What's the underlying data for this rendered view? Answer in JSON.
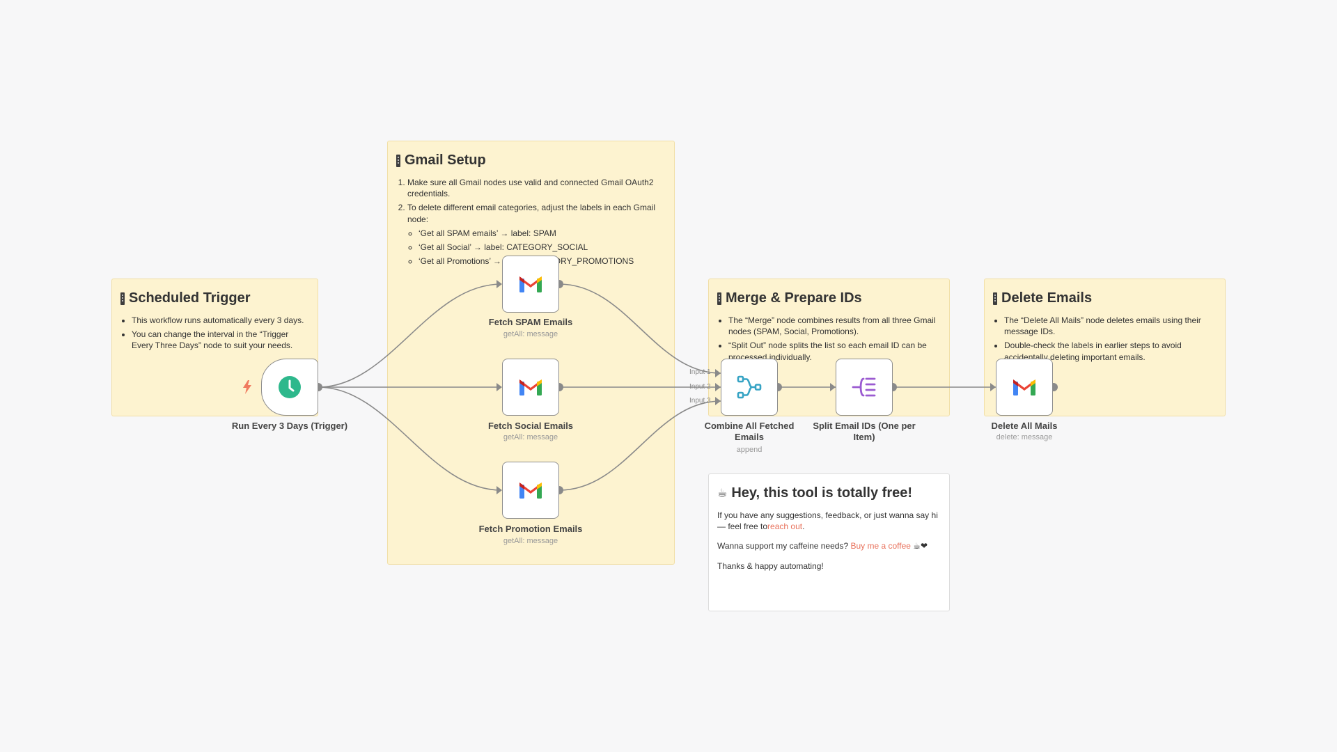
{
  "stickies": {
    "trigger": {
      "title": "Scheduled Trigger",
      "items": [
        "This workflow runs automatically every 3 days.",
        "You can change the interval in the “Trigger Every Three Days” node to suit your needs."
      ]
    },
    "gmail": {
      "title": "Gmail Setup",
      "steps": [
        "Make sure all Gmail nodes use valid and connected Gmail OAuth2 credentials.",
        "To delete different email categories, adjust the labels in each Gmail node:"
      ],
      "sub_items": [
        "‘Get all SPAM emails’ → label: SPAM",
        "‘Get all Social’ → label: CATEGORY_SOCIAL",
        "‘Get all Promotions’ → label: CATEGORY_PROMOTIONS"
      ]
    },
    "merge": {
      "title": "Merge & Prepare IDs",
      "items": [
        "The “Merge” node combines results from all three Gmail nodes (SPAM, Social, Promotions).",
        "“Split Out” node splits the list so each email ID can be processed individually."
      ]
    },
    "delete": {
      "title": "Delete Emails",
      "items": [
        "The “Delete All Mails” node deletes emails using their message IDs.",
        "Double-check the labels in earlier steps to avoid accidentally deleting important emails."
      ]
    },
    "free": {
      "title": "Hey, this tool is totally free!",
      "p1_text": "If you have any suggestions, feedback, or just wanna say hi — feel free to",
      "p1_link": "reach out",
      "p1_end": ".",
      "p2_text": "Wanna support my caffeine needs? ",
      "p2_link": "Buy me a coffee",
      "p2_end": " ☕❤",
      "p3": "Thanks & happy automating!"
    }
  },
  "nodes": {
    "trigger": {
      "label": "Run Every 3 Days (Trigger)"
    },
    "spam": {
      "label": "Fetch SPAM Emails",
      "sub": "getAll: message"
    },
    "social": {
      "label": "Fetch Social Emails",
      "sub": "getAll: message"
    },
    "promo": {
      "label": "Fetch Promotion Emails",
      "sub": "getAll: message"
    },
    "merge": {
      "label": "Combine All Fetched Emails",
      "sub": "append"
    },
    "split": {
      "label": "Split Email IDs (One per Item)"
    },
    "delete": {
      "label": "Delete All Mails",
      "sub": "delete: message"
    }
  },
  "inputs": [
    "Input 1",
    "Input 2",
    "Input 3"
  ],
  "colors": {
    "sticky_bg": "#fdf3d0",
    "clock": "#2eb88c",
    "merge_icon": "#36a3c4",
    "split_icon": "#9b5bd1",
    "link": "#e8705a",
    "connector": "#8a8a8a"
  },
  "icons": {
    "trigger": "clock-icon",
    "gmail": "gmail-icon",
    "merge": "merge-icon",
    "split": "split-out-icon",
    "bolt": "lightning-icon"
  }
}
